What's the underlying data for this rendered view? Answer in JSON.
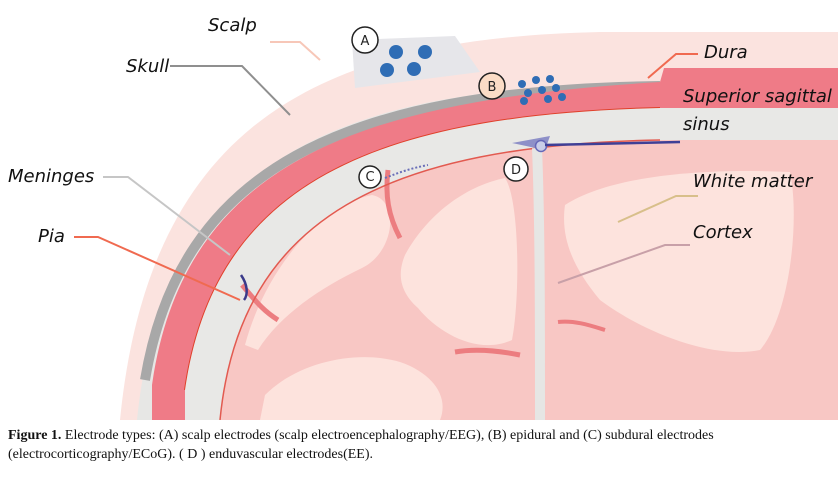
{
  "labels": {
    "scalp": "Scalp",
    "skull": "Skull",
    "dura": "Dura",
    "sinus_line1": "Superior sagittal",
    "sinus_line2": "sinus",
    "meninges": "Meninges",
    "white_matter": "White matter",
    "pia": "Pia",
    "cortex": "Cortex"
  },
  "markers": {
    "a": "A",
    "b": "B",
    "c": "C",
    "d": "D"
  },
  "caption": {
    "figure": "Figure 1.",
    "text_1": " Electrode types: (A) scalp electrodes (scalp electroencephalography/EEG), (B) epidural and (C) subdural electrodes (electrocorticography/ECoG). ",
    "d_marker": "( D )",
    "text_2": " enduvascular electrodes(EE)."
  },
  "colors": {
    "scalp": "#fbe3df",
    "skull": "#a8a8a8",
    "dura": "#ef7b87",
    "meninges": "#e8e8e6",
    "cortex": "#f8c7c4",
    "white_matter": "#fde3dd",
    "electrode": "#2f6db5",
    "leader": "#f06a50"
  }
}
